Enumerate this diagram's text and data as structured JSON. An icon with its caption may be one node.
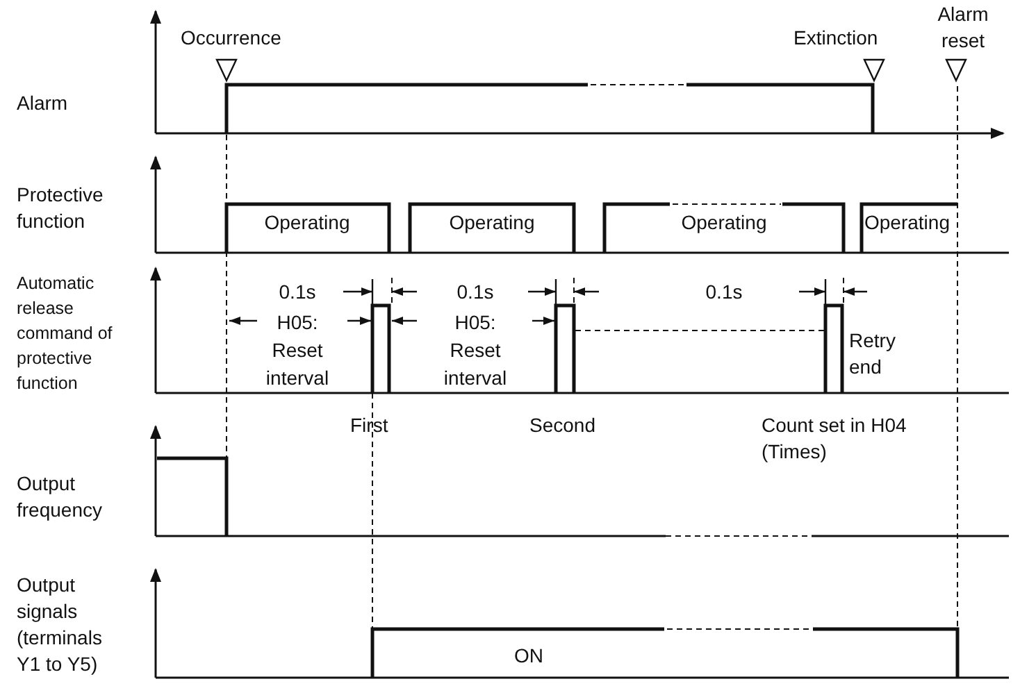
{
  "diagram": {
    "labels": [
      "Occurrence",
      "Extinction",
      "Alarm reset",
      "Alarm",
      "Protective function",
      "Operating",
      "Operating",
      "Operating",
      "Operating",
      "Automatic release command of protective function",
      "0.1s",
      "0.1s",
      "0.1s",
      "H05: Reset interval",
      "H05: Reset interval",
      "Retry end",
      "First",
      "Second",
      "Count set in H04 (Times)",
      "Output frequency",
      "Output signals (terminals Y1 to Y5)",
      "ON"
    ]
  }
}
